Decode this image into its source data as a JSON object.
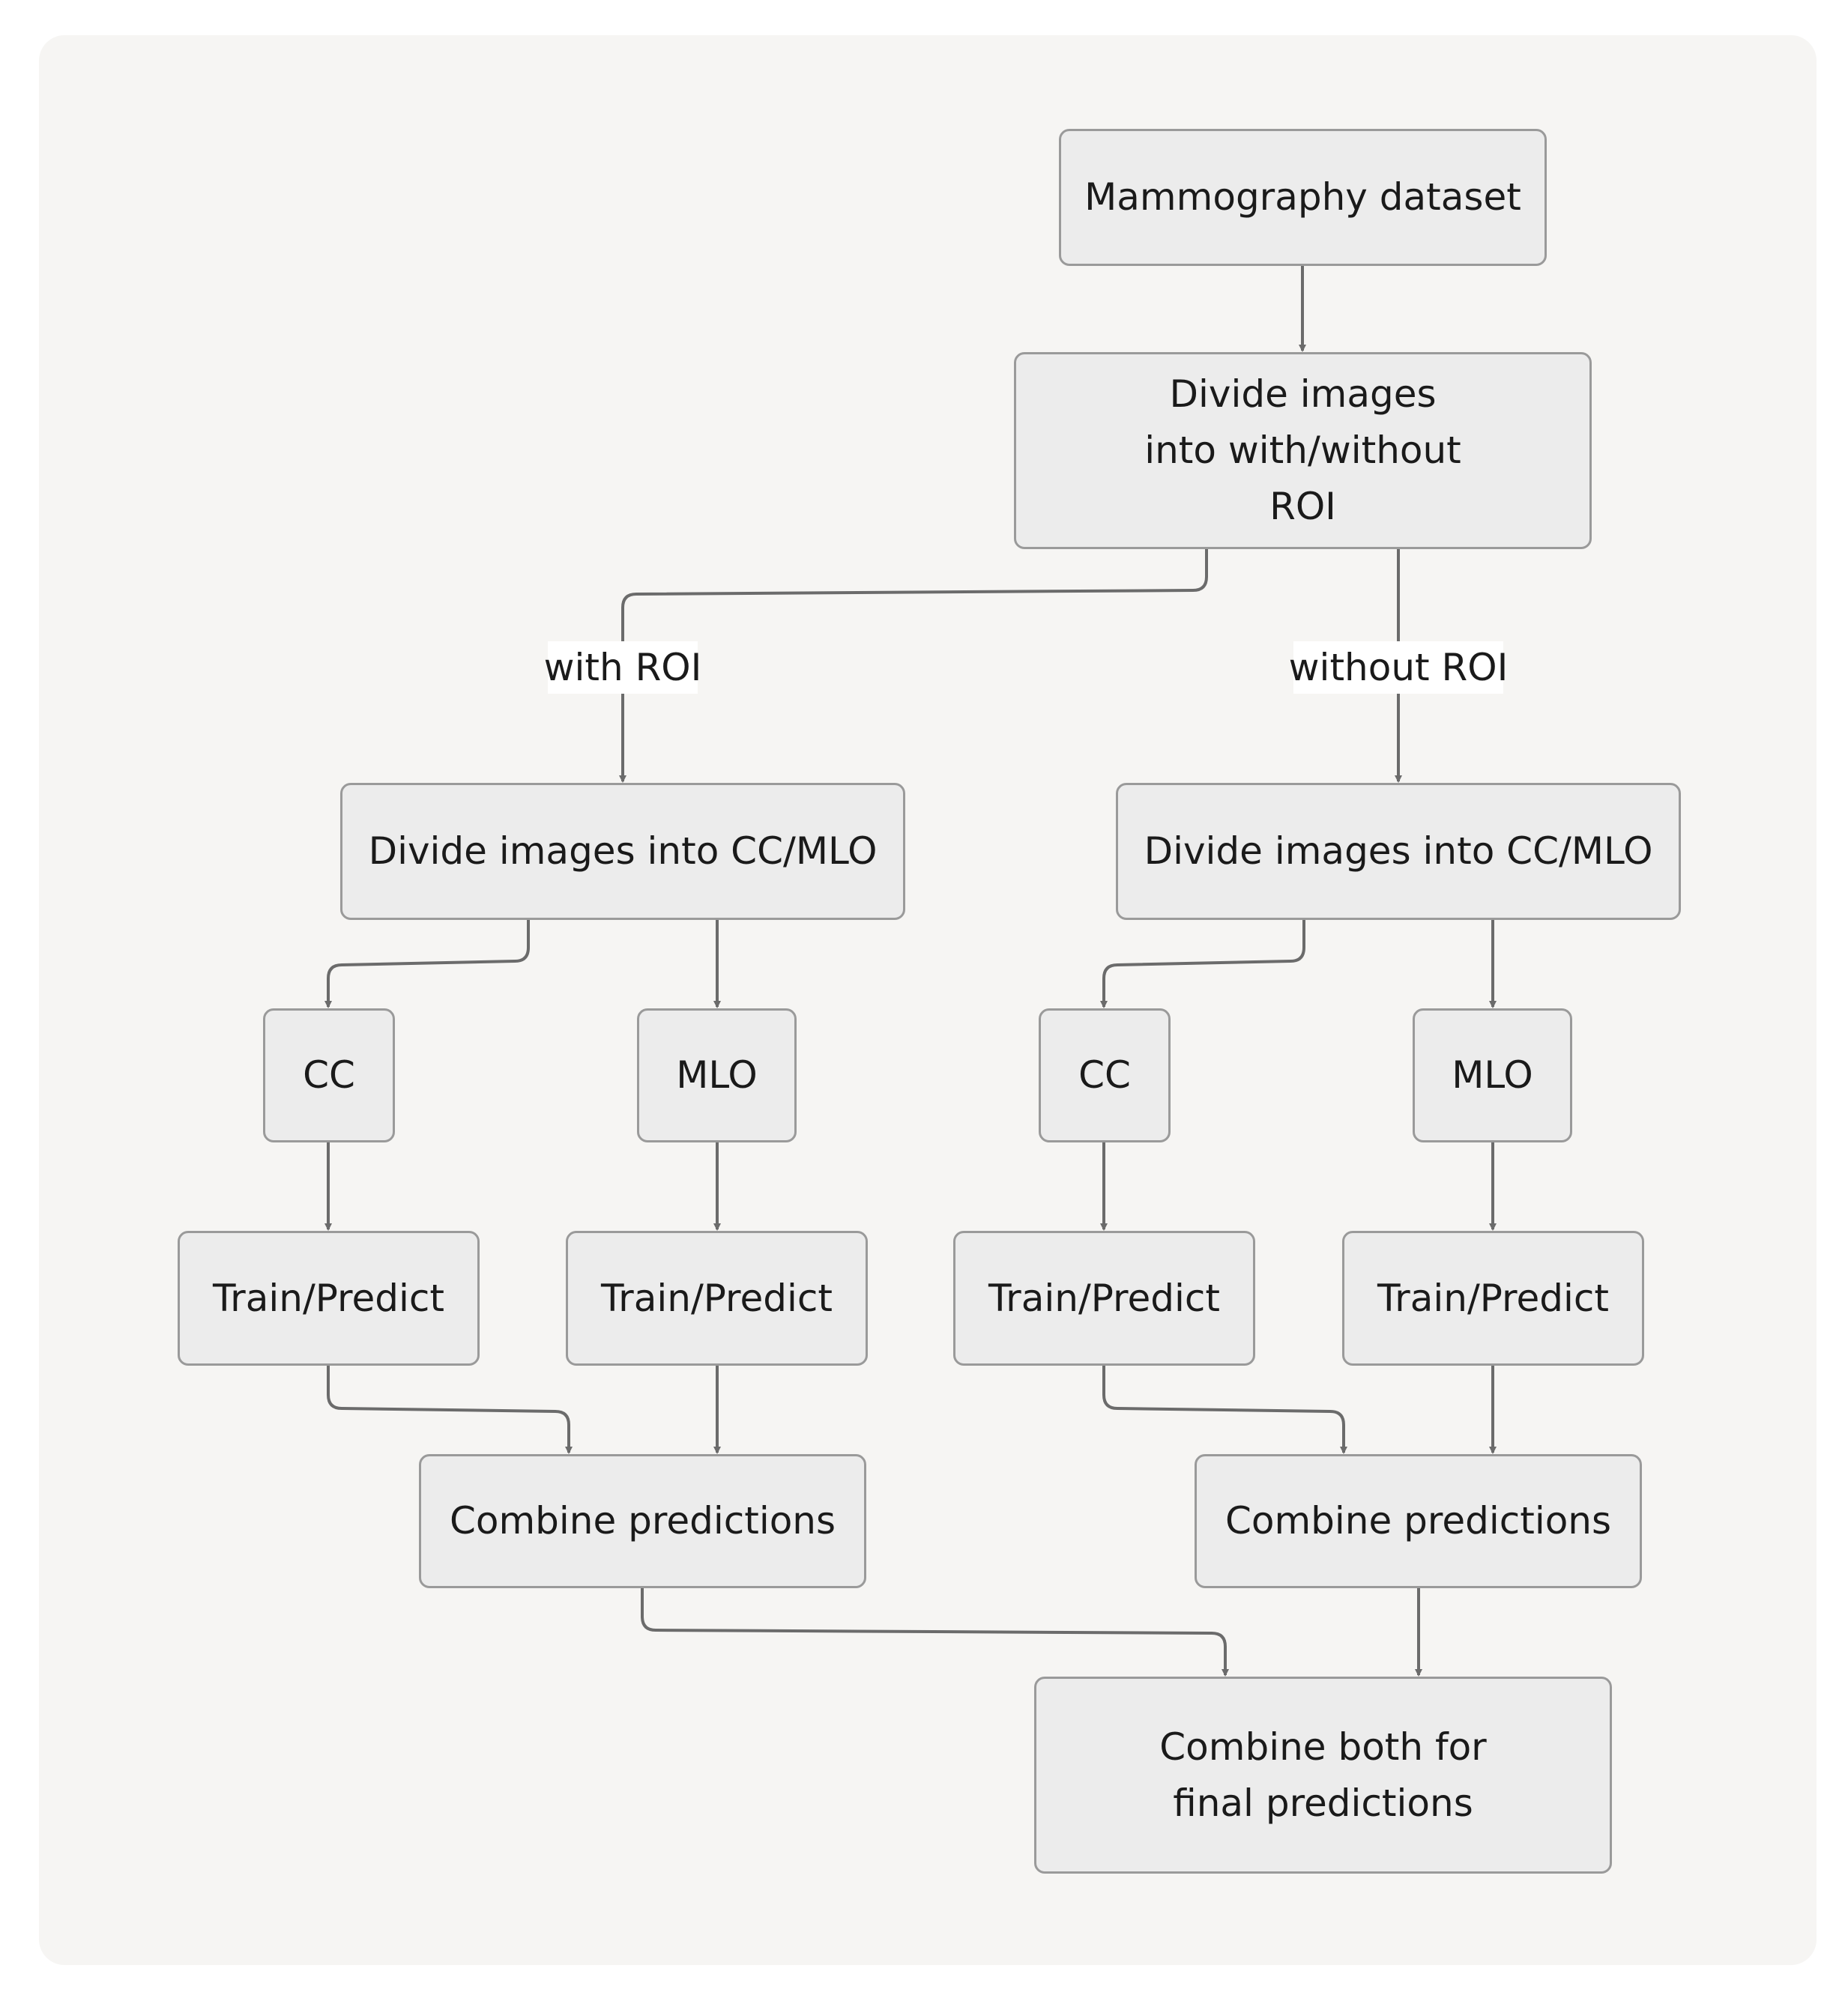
{
  "diagram": {
    "nodes": {
      "dataset": "Mammography dataset",
      "divide_roi": "Divide images into with/without ROI",
      "divide_ccmlo_left": "Divide images into CC/MLO",
      "divide_ccmlo_right": "Divide images into CC/MLO",
      "cc_left": "CC",
      "mlo_left": "MLO",
      "cc_right": "CC",
      "mlo_right": "MLO",
      "train_cc_left": "Train/Predict",
      "train_mlo_left": "Train/Predict",
      "train_cc_right": "Train/Predict",
      "train_mlo_right": "Train/Predict",
      "combine_left": "Combine predictions",
      "combine_right": "Combine predictions",
      "final": "Combine both for final predictions"
    },
    "edge_labels": {
      "with_roi": "with ROI",
      "without_roi": "without ROI"
    },
    "colors": {
      "panel_background": "#f6f5f3",
      "node_fill": "#ececec",
      "node_border": "#9a9a9a",
      "edge": "#6b6b6b"
    }
  }
}
